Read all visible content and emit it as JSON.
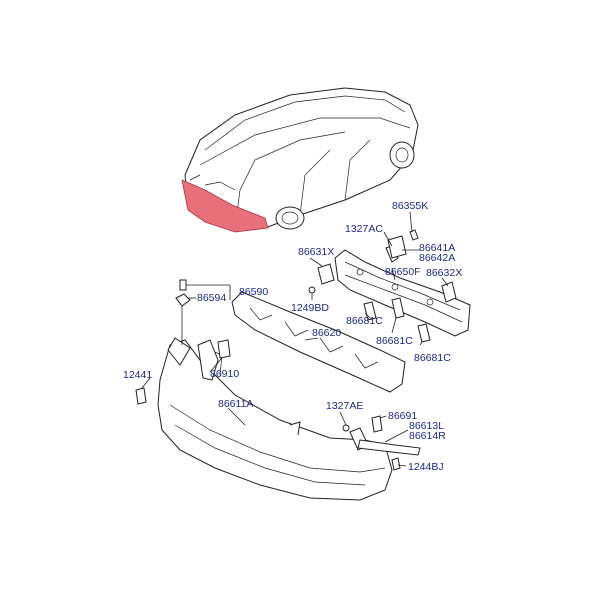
{
  "labels": {
    "p86355K": "86355K",
    "p1327AC": "1327AC",
    "p86641A": "86641A",
    "p86642A": "86642A",
    "p86631X": "86631X",
    "p86650F": "86650F",
    "p86632X": "86632X",
    "p86590": "86590",
    "p86594": "86594",
    "p1249BD": "1249BD",
    "p86681C_a": "86681C",
    "p86681C_b": "86681C",
    "p86681C_c": "86681C",
    "p86620": "86620",
    "p12441": "12441",
    "p86910": "86910",
    "p86611A": "86611A",
    "p1327AE": "1327AE",
    "p86691": "86691",
    "p86613L": "86613L",
    "p86614R": "86614R",
    "p1244BJ": "1244BJ"
  },
  "colors": {
    "label": "#1a2a8a",
    "highlight": "#e8707a"
  }
}
